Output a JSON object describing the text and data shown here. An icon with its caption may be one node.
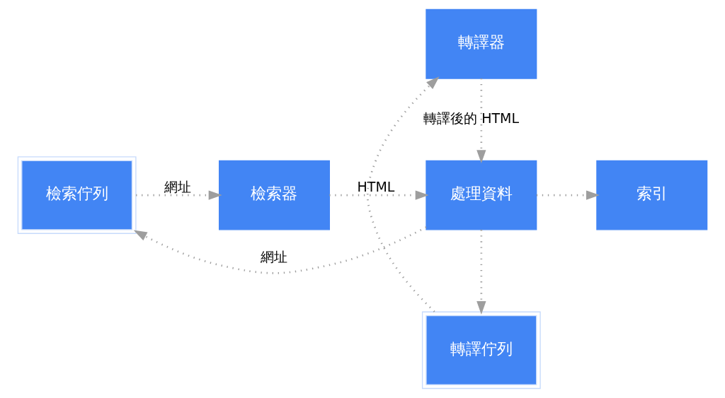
{
  "diagram": {
    "nodes": [
      {
        "text": [
          "檢索佇列"
        ]
      },
      {
        "text": [
          "檢索器"
        ]
      },
      {
        "text": [
          "處理資料"
        ]
      },
      {
        "text": [
          "索引"
        ]
      },
      {
        "text": [
          "轉譯佇列"
        ]
      },
      {
        "text": [
          "轉譯器"
        ]
      }
    ],
    "edges": [
      {
        "from": 0,
        "to": 1,
        "arrow": "to",
        "label": "網址"
      },
      {
        "from": 1,
        "to": 2,
        "arrow": "to",
        "label": "HTML"
      },
      {
        "from": 2,
        "to": 3,
        "arrow": "to"
      },
      {
        "from": 2,
        "to": 0,
        "arrow": "to",
        "label": "網址"
      },
      {
        "from": 2,
        "to": 4,
        "arrow": "to"
      },
      {
        "from": 4,
        "to": 5,
        "arrow": "to"
      },
      {
        "from": 5,
        "to": 2,
        "arrow": "to",
        "label": "轉譯後的 HTML"
      }
    ]
  }
}
